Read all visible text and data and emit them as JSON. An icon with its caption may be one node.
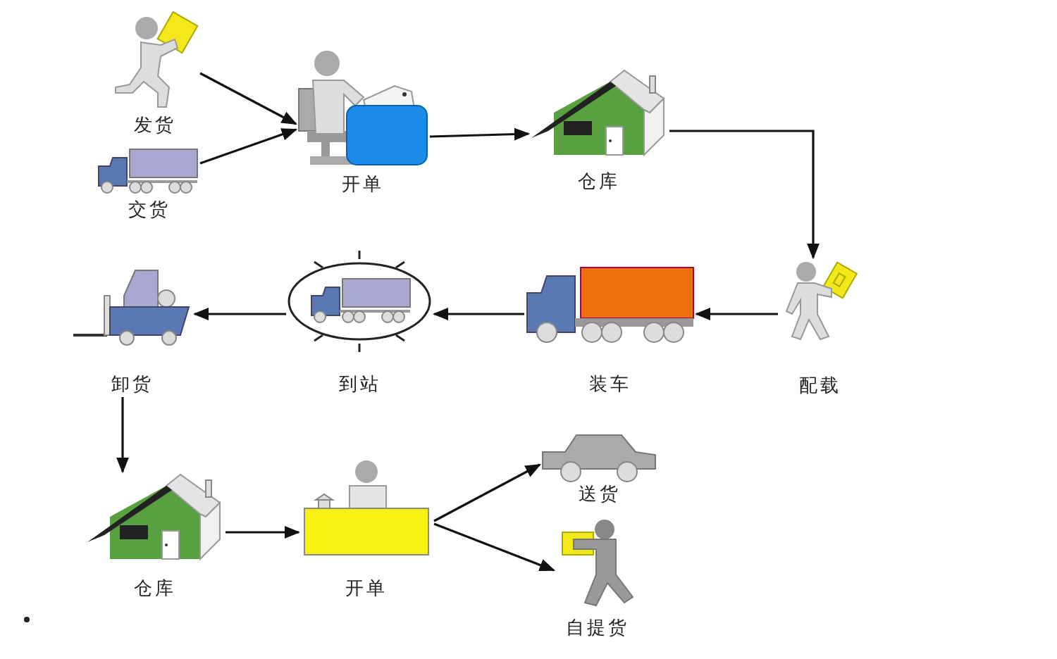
{
  "diagram": {
    "nodes": [
      {
        "text": [
          "发货"
        ]
      },
      {
        "text": [
          "交货"
        ]
      },
      {
        "text": [
          "开单"
        ]
      },
      {
        "text": [
          "仓库"
        ]
      },
      {
        "text": [
          "配载"
        ]
      },
      {
        "text": [
          "装车"
        ]
      },
      {
        "text": [
          "到站"
        ]
      },
      {
        "text": [
          "卸货"
        ]
      },
      {
        "text": [
          "仓库"
        ]
      },
      {
        "text": [
          "开单"
        ]
      },
      {
        "text": [
          "送货"
        ]
      },
      {
        "text": [
          "自提货"
        ]
      }
    ],
    "edges": [
      {
        "from": 0,
        "to": 2,
        "arrow": "to"
      },
      {
        "from": 1,
        "to": 2,
        "arrow": "to"
      },
      {
        "from": 2,
        "to": 3,
        "arrow": "to"
      },
      {
        "from": 3,
        "to": 4,
        "arrow": "to"
      },
      {
        "from": 4,
        "to": 5,
        "arrow": "to"
      },
      {
        "from": 5,
        "to": 6,
        "arrow": "to"
      },
      {
        "from": 6,
        "to": 7,
        "arrow": "to"
      },
      {
        "from": 7,
        "to": 8,
        "arrow": "to"
      },
      {
        "from": 8,
        "to": 9,
        "arrow": "to"
      },
      {
        "from": 9,
        "to": 10,
        "arrow": "to"
      },
      {
        "from": 9,
        "to": 11,
        "arrow": "to"
      }
    ]
  }
}
